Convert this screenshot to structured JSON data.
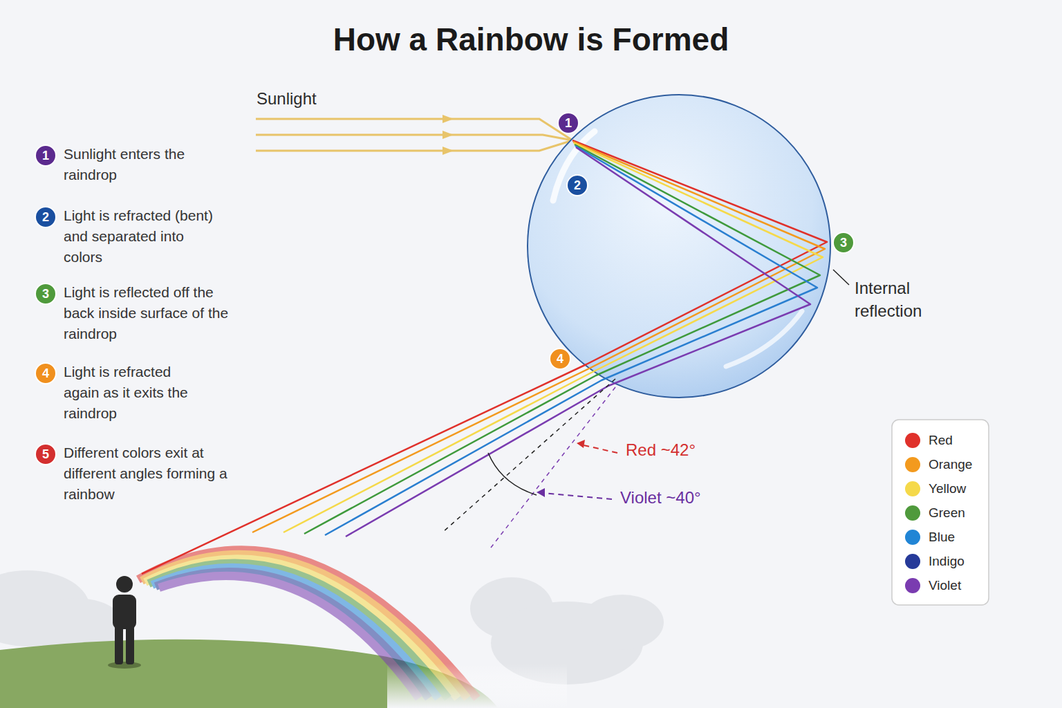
{
  "diagram": {
    "title": "How a Rainbow is Formed",
    "nodes": [
      {
        "text": [
          "1",
          "Sunlight enters the raindrop"
        ]
      },
      {
        "text": [
          "2",
          "Light is refracted (bent) and separated into colors"
        ]
      },
      {
        "text": [
          "3",
          "Light is reflected off the back inside surface of the raindrop"
        ]
      },
      {
        "text": [
          "4",
          "Light is refracted again as it exits the raindrop"
        ]
      },
      {
        "text": [
          "5",
          "Different colors exit at different angles forming a rainbow"
        ]
      },
      {
        "text": [
          "1"
        ]
      },
      {
        "text": [
          "2"
        ]
      },
      {
        "text": [
          "3"
        ]
      },
      {
        "text": [
          "4"
        ]
      }
    ],
    "labels": [
      "Sunlight",
      "Internal reflection",
      "Red ~42°",
      "Violet ~40°"
    ],
    "legend": [
      {
        "text": "Red",
        "color": "#e0312b"
      },
      {
        "text": "Orange",
        "color": "#f39a1e"
      },
      {
        "text": "Yellow",
        "color": "#f5d94a"
      },
      {
        "text": "Green",
        "color": "#4f9a3c"
      },
      {
        "text": "Blue",
        "color": "#2185d5"
      },
      {
        "text": "Indigo",
        "color": "#263a99"
      },
      {
        "text": "Violet",
        "color": "#7a3cb0"
      }
    ]
  }
}
